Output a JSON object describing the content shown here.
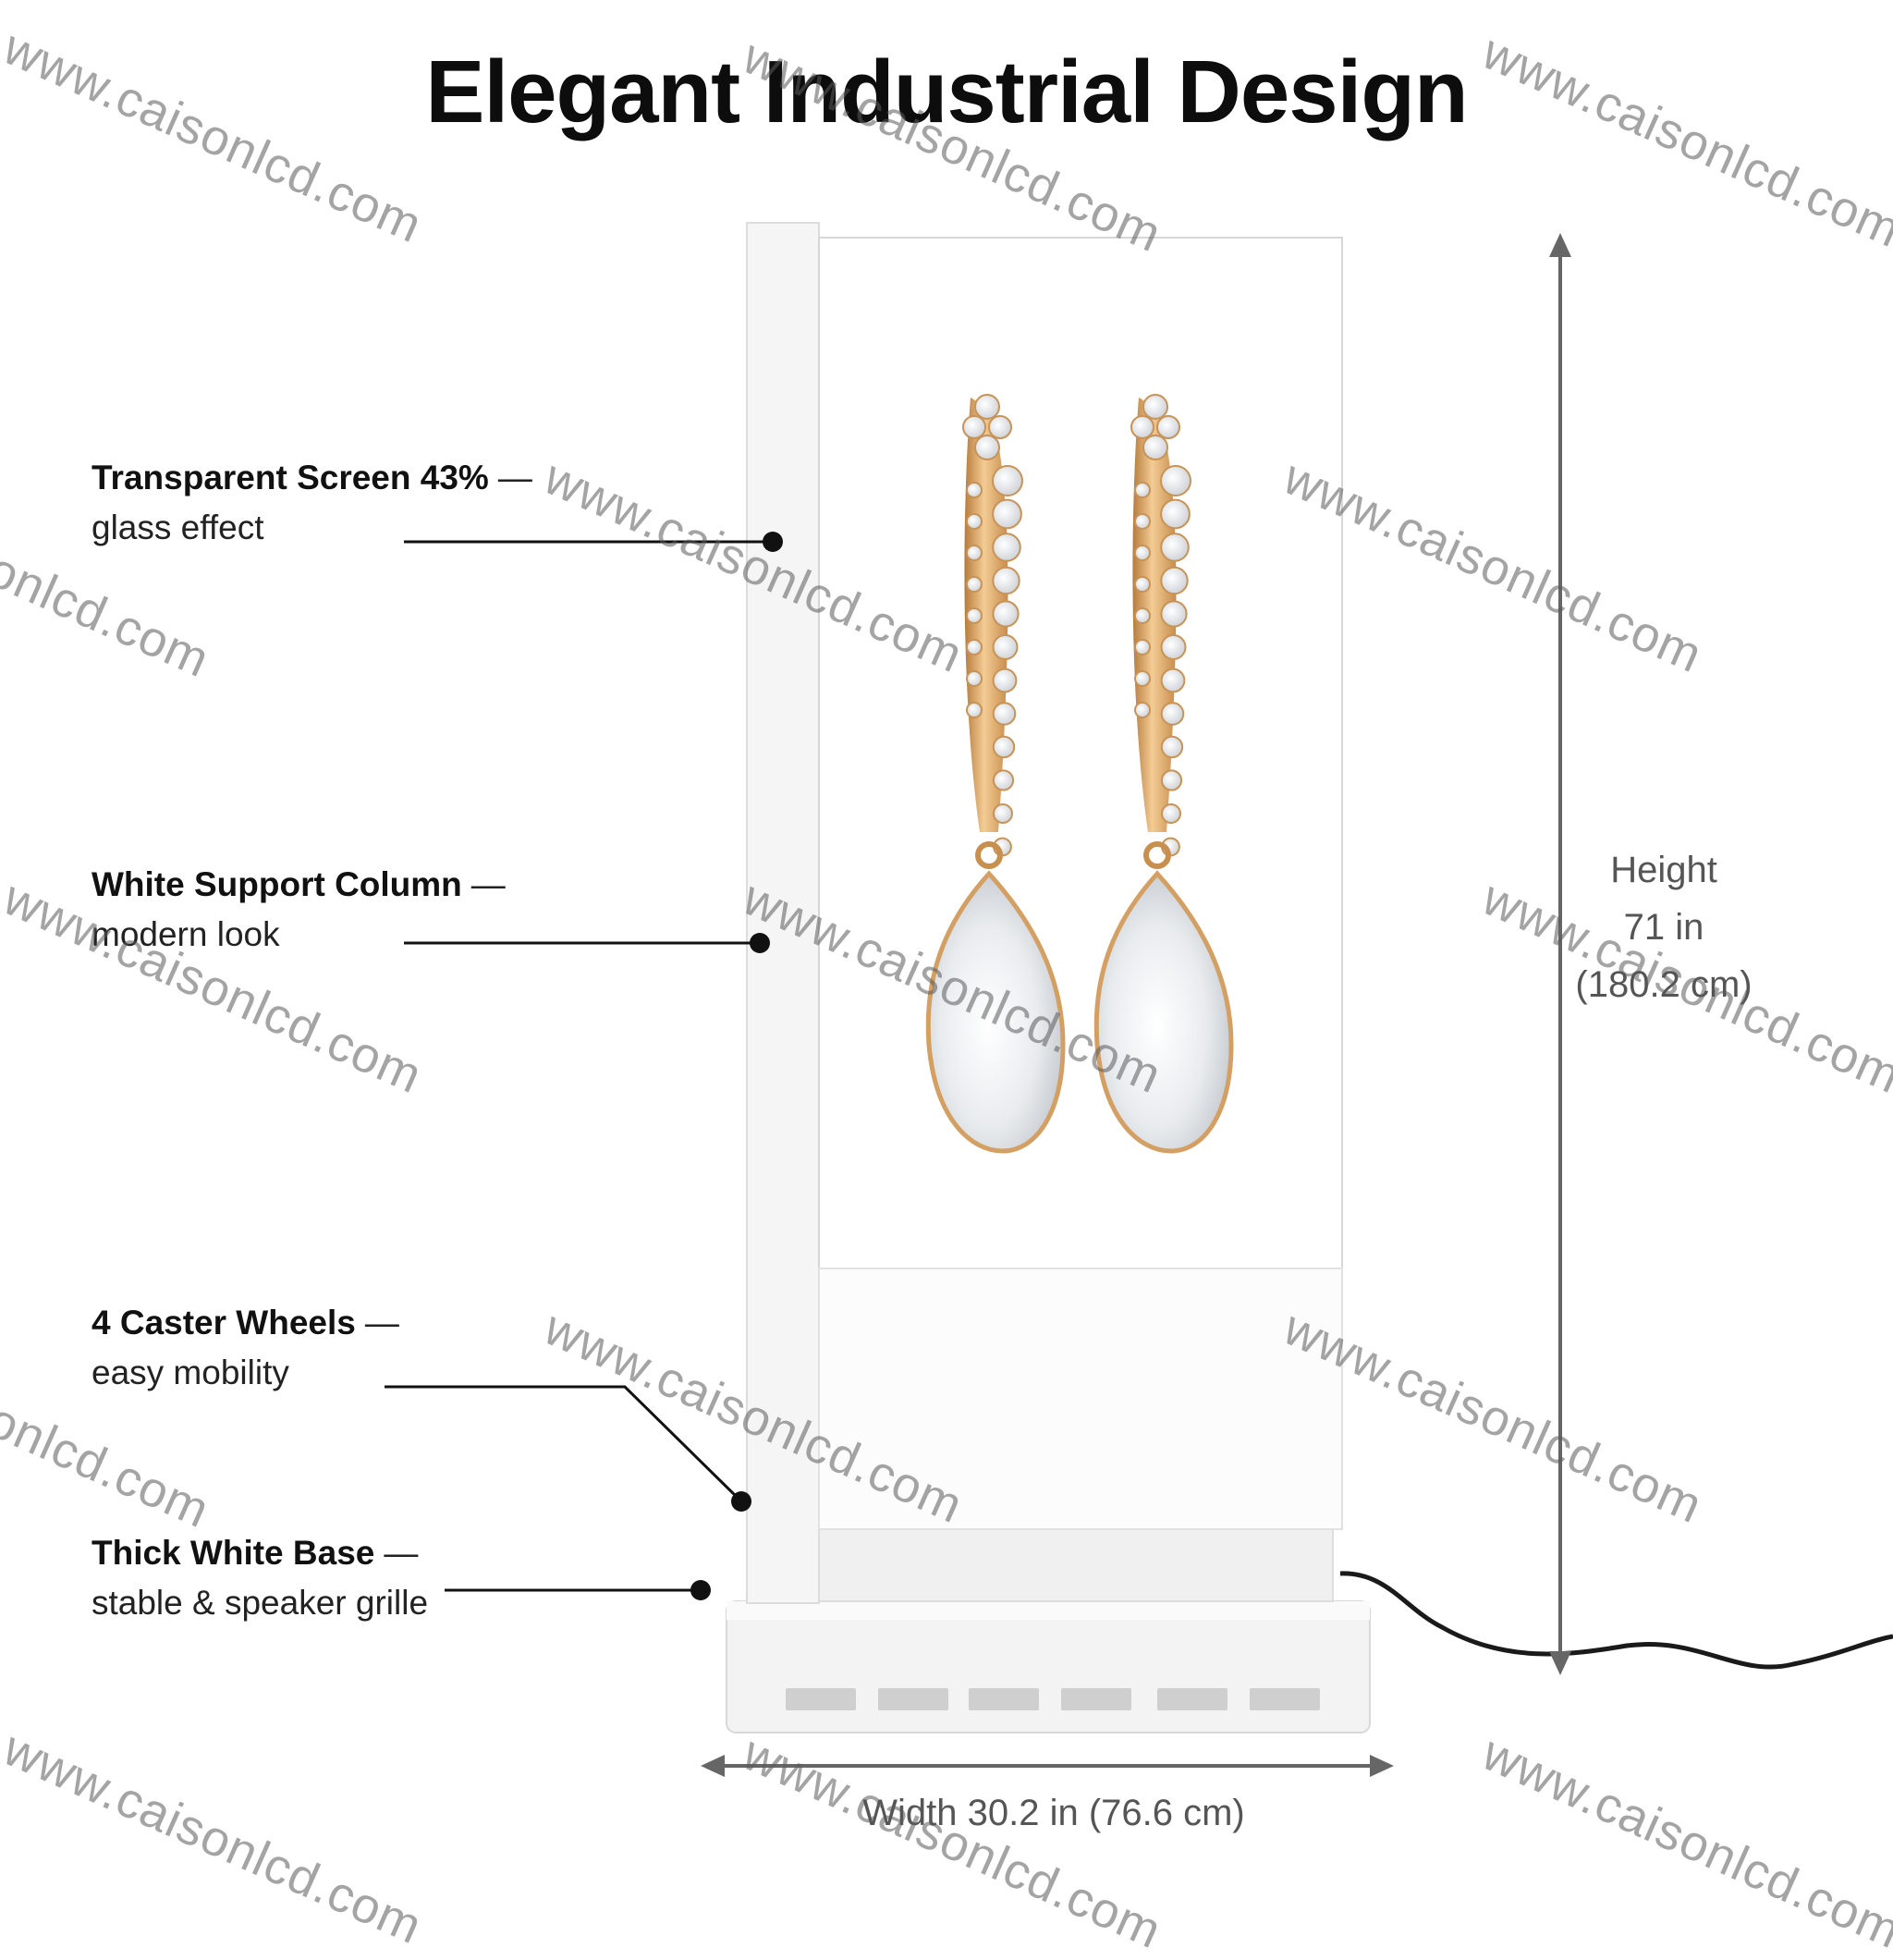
{
  "title": "Elegant Industrial Design",
  "callouts": [
    {
      "id": "screen",
      "title": "Transparent Screen 43%",
      "dash": "—",
      "desc": "glass effect"
    },
    {
      "id": "column",
      "title": "White Support Column",
      "dash": "—",
      "desc": "modern look"
    },
    {
      "id": "wheels",
      "title": "4 Caster Wheels",
      "dash": "—",
      "desc": "easy mobility"
    },
    {
      "id": "base",
      "title": "Thick White Base",
      "dash": "—",
      "desc": "stable & speaker grille"
    }
  ],
  "dimensions": {
    "height_word": "Height",
    "height_in": "71 in",
    "height_cm": "(180.2 cm)",
    "width": "Width 30.2 in (76.6 cm)"
  },
  "watermark": "www.caisonlcd.com",
  "colors": {
    "gold": "#d9a56a",
    "frame": "#f4f4f4",
    "cable": "#1a1a1a",
    "arrow": "#666666"
  }
}
